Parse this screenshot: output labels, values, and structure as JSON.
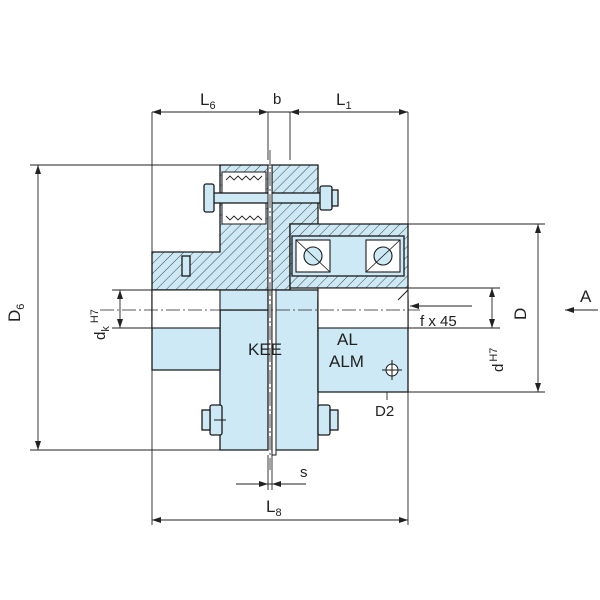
{
  "dimensions": {
    "L6": {
      "main": "L",
      "sub": "6"
    },
    "b": "b",
    "L1": {
      "main": "L",
      "sub": "1"
    },
    "D6": {
      "main": "D",
      "sub": "6"
    },
    "dk": {
      "main": "d",
      "sub": "k",
      "sup": "H7"
    },
    "f45": "f x 45",
    "D": "D",
    "dH7": {
      "main": "d",
      "sup": "H7"
    },
    "D2": "D2",
    "s": "s",
    "L8": {
      "main": "L",
      "sub": "8"
    },
    "A": "A"
  },
  "parts": {
    "left_hub": "KEE",
    "right_hub_line1": "AL",
    "right_hub_line2": "ALM"
  },
  "colors": {
    "fill": "#cde9f5",
    "line": "#1a1a1a"
  }
}
